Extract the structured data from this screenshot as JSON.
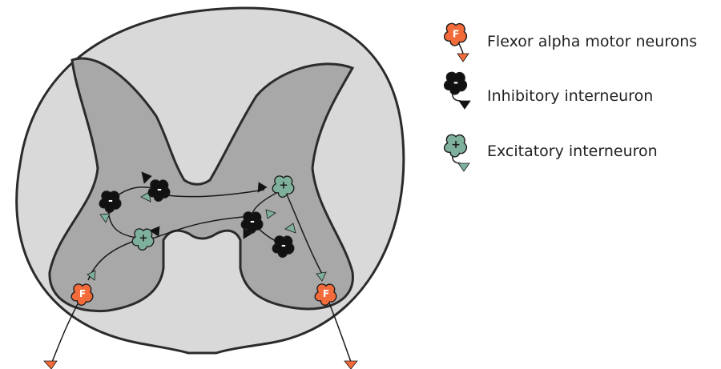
{
  "legend": {
    "flexor_label": "Flexor alpha motor neurons",
    "inhibitory_label": "Inhibitory interneuron",
    "excitatory_label": "Excitatory interneuron"
  },
  "symbols": {
    "flexor": "F",
    "inhibitory": "-",
    "excitatory": "+"
  },
  "colors": {
    "white_matter": "#d9d9d9",
    "grey_matter": "#a8a8a8",
    "outline": "#2b2b2b",
    "flexor_neuron": "#f26b3a",
    "inhibitory_neuron": "#111111",
    "excitatory_neuron": "#7fb09b"
  }
}
